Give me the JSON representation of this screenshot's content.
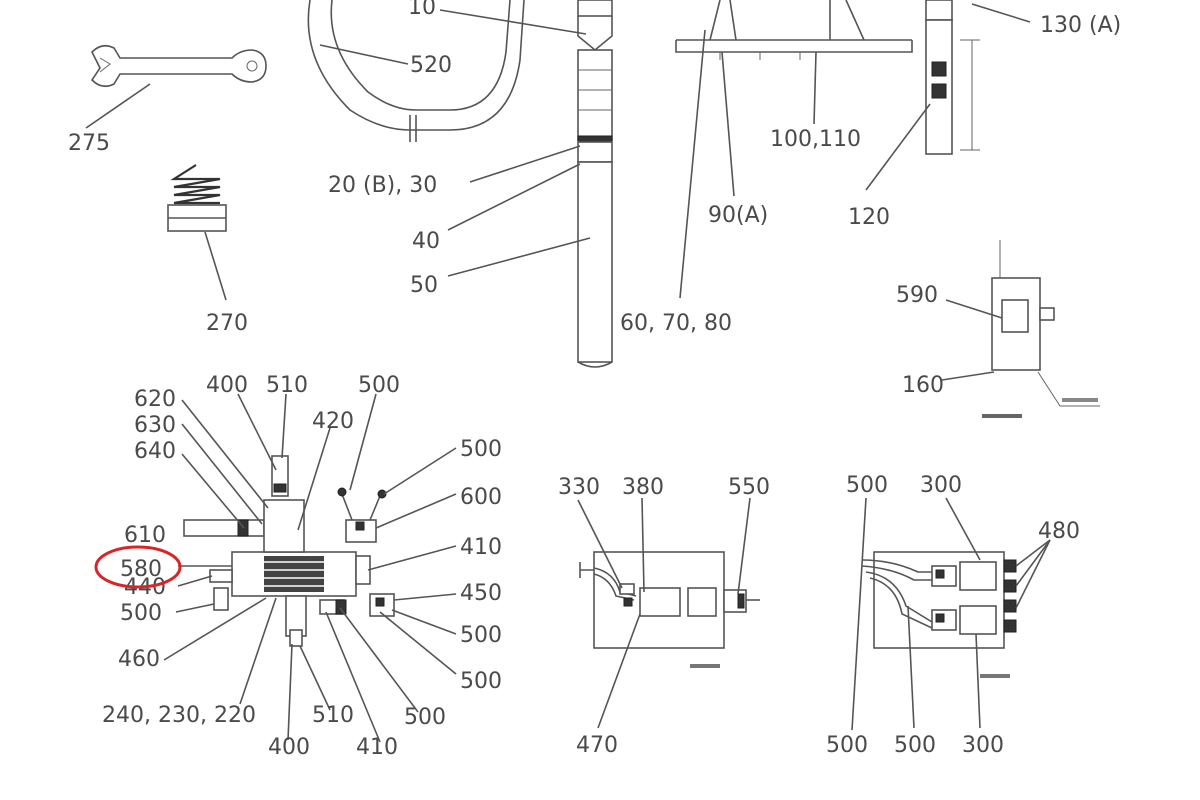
{
  "diagram": {
    "labels": {
      "l10": "10",
      "l520": "520",
      "l275": "275",
      "l130a": "130 (A)",
      "l100110": "100,110",
      "l20b30": "20 (B), 30",
      "l90a": "90(A)",
      "l120": "120",
      "l40": "40",
      "l50": "50",
      "l270": "270",
      "l607080": "60, 70, 80",
      "l590": "590",
      "l160": "160",
      "l620": "620",
      "l630": "630",
      "l640": "640",
      "l400top": "400",
      "l510top": "510",
      "l420": "420",
      "l500top": "500",
      "l500r1": "500",
      "l600": "600",
      "l410r": "410",
      "l450": "450",
      "l500r2": "500",
      "l500r3": "500",
      "l500r4": "500",
      "l610": "610",
      "l580": "580",
      "l440": "440",
      "l500left": "500",
      "l460": "460",
      "l240230220": "240, 230, 220",
      "l400bot": "400",
      "l510bot": "510",
      "l410bot": "410",
      "l330": "330",
      "l380": "380",
      "l550": "550",
      "l470": "470",
      "l500c1": "500",
      "l300top": "300",
      "l480": "480",
      "l500c2": "500",
      "l500c3": "500",
      "l300bot": "300"
    },
    "highlight": {
      "color": "#d9252a"
    },
    "line_color": "#555555"
  }
}
